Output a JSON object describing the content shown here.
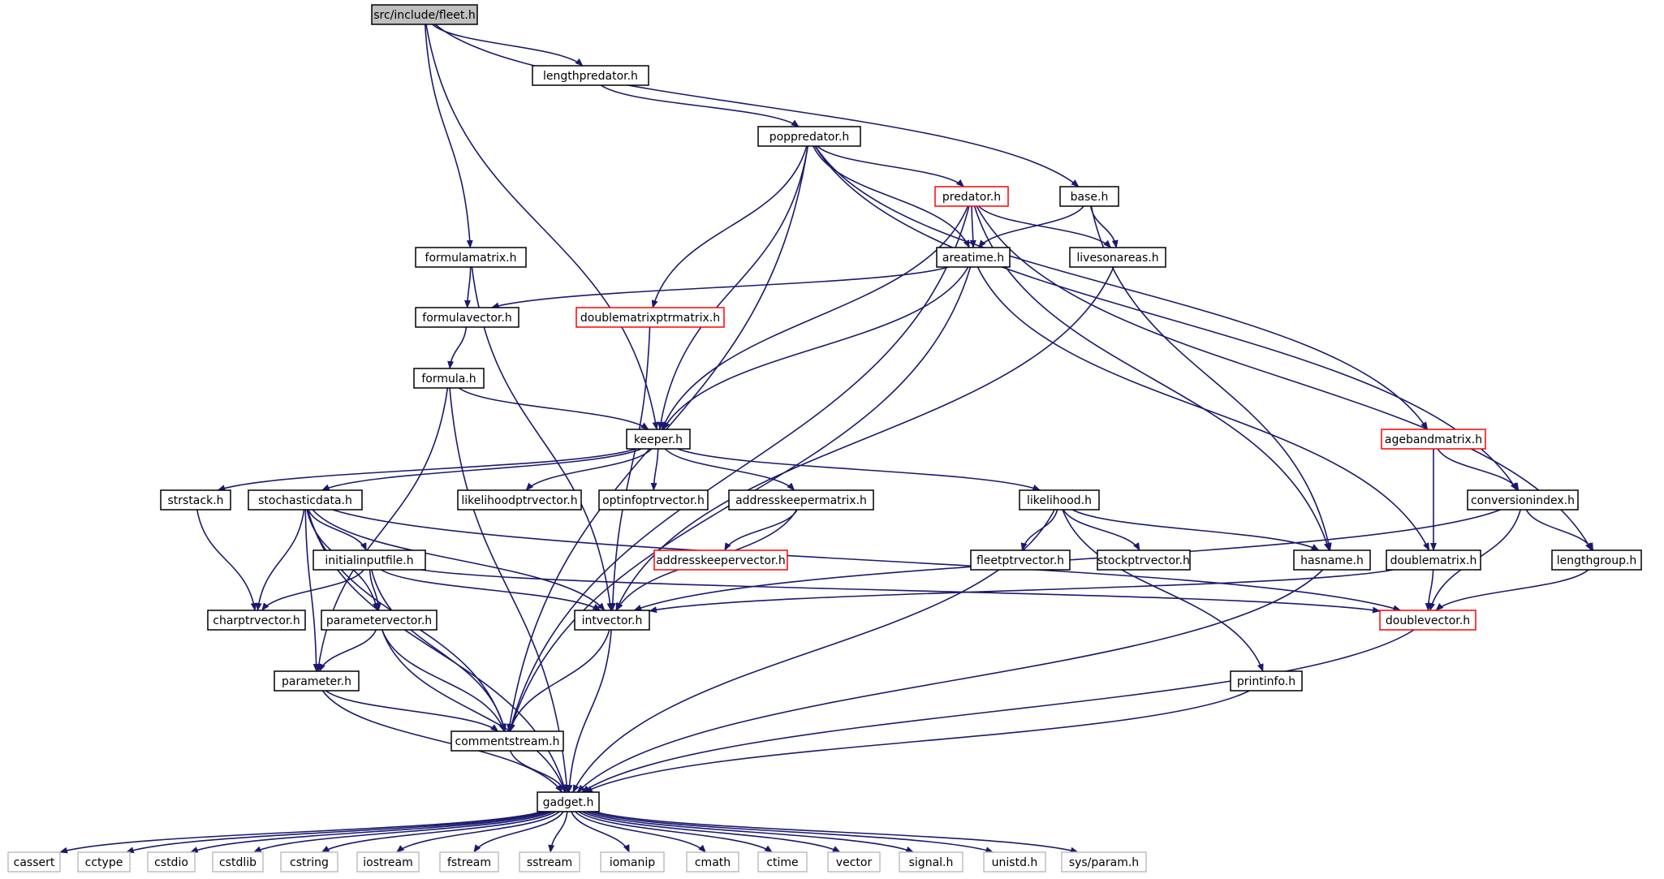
{
  "colors": {
    "edge": "#191970",
    "node_border": "#000000",
    "node_fill": "#ffffff",
    "root_fill": "#bfbfbf",
    "incomplete_border": "#ff0000",
    "system_border": "#bfbfbf"
  },
  "nodes": [
    {
      "id": "fleet",
      "label": "src/include/fleet.h",
      "kind": "root"
    },
    {
      "id": "lengthpredator",
      "label": "lengthpredator.h",
      "kind": "normal"
    },
    {
      "id": "poppredator",
      "label": "poppredator.h",
      "kind": "normal"
    },
    {
      "id": "predator",
      "label": "predator.h",
      "kind": "incomplete"
    },
    {
      "id": "base",
      "label": "base.h",
      "kind": "normal"
    },
    {
      "id": "formulamatrix",
      "label": "formulamatrix.h",
      "kind": "normal"
    },
    {
      "id": "areatime",
      "label": "areatime.h",
      "kind": "normal"
    },
    {
      "id": "livesonareas",
      "label": "livesonareas.h",
      "kind": "normal"
    },
    {
      "id": "formulavector",
      "label": "formulavector.h",
      "kind": "normal"
    },
    {
      "id": "doublematrixptrmatrix",
      "label": "doublematrixptrmatrix.h",
      "kind": "incomplete"
    },
    {
      "id": "formula",
      "label": "formula.h",
      "kind": "normal"
    },
    {
      "id": "keeper",
      "label": "keeper.h",
      "kind": "normal"
    },
    {
      "id": "agebandmatrix",
      "label": "agebandmatrix.h",
      "kind": "incomplete"
    },
    {
      "id": "strstack",
      "label": "strstack.h",
      "kind": "normal"
    },
    {
      "id": "stochasticdata",
      "label": "stochasticdata.h",
      "kind": "normal"
    },
    {
      "id": "likelihoodptrvector",
      "label": "likelihoodptrvector.h",
      "kind": "normal"
    },
    {
      "id": "optinfoptrvector",
      "label": "optinfoptrvector.h",
      "kind": "normal"
    },
    {
      "id": "addresskeepermatrix",
      "label": "addresskeepermatrix.h",
      "kind": "normal"
    },
    {
      "id": "likelihood",
      "label": "likelihood.h",
      "kind": "normal"
    },
    {
      "id": "conversionindex",
      "label": "conversionindex.h",
      "kind": "normal"
    },
    {
      "id": "addresskeepervector",
      "label": "addresskeepervector.h",
      "kind": "incomplete"
    },
    {
      "id": "initialinputfile",
      "label": "initialinputfile.h",
      "kind": "normal"
    },
    {
      "id": "fleetptrvector",
      "label": "fleetptrvector.h",
      "kind": "normal"
    },
    {
      "id": "stockptrvector",
      "label": "stockptrvector.h",
      "kind": "normal"
    },
    {
      "id": "hasname",
      "label": "hasname.h",
      "kind": "normal"
    },
    {
      "id": "doublematrix",
      "label": "doublematrix.h",
      "kind": "normal"
    },
    {
      "id": "lengthgroup",
      "label": "lengthgroup.h",
      "kind": "normal"
    },
    {
      "id": "charptrvector",
      "label": "charptrvector.h",
      "kind": "normal"
    },
    {
      "id": "parametervector",
      "label": "parametervector.h",
      "kind": "normal"
    },
    {
      "id": "intvector",
      "label": "intvector.h",
      "kind": "normal"
    },
    {
      "id": "doublevector",
      "label": "doublevector.h",
      "kind": "incomplete"
    },
    {
      "id": "parameter",
      "label": "parameter.h",
      "kind": "normal"
    },
    {
      "id": "printinfo",
      "label": "printinfo.h",
      "kind": "normal"
    },
    {
      "id": "commentstream",
      "label": "commentstream.h",
      "kind": "normal"
    },
    {
      "id": "gadget",
      "label": "gadget.h",
      "kind": "normal"
    },
    {
      "id": "cassert",
      "label": "cassert",
      "kind": "system"
    },
    {
      "id": "cctype",
      "label": "cctype",
      "kind": "system"
    },
    {
      "id": "cstdio",
      "label": "cstdio",
      "kind": "system"
    },
    {
      "id": "cstdlib",
      "label": "cstdlib",
      "kind": "system"
    },
    {
      "id": "cstring",
      "label": "cstring",
      "kind": "system"
    },
    {
      "id": "iostream",
      "label": "iostream",
      "kind": "system"
    },
    {
      "id": "fstream",
      "label": "fstream",
      "kind": "system"
    },
    {
      "id": "sstream",
      "label": "sstream",
      "kind": "system"
    },
    {
      "id": "iomanip",
      "label": "iomanip",
      "kind": "system"
    },
    {
      "id": "cmath",
      "label": "cmath",
      "kind": "system"
    },
    {
      "id": "ctime",
      "label": "ctime",
      "kind": "system"
    },
    {
      "id": "vector",
      "label": "vector",
      "kind": "system"
    },
    {
      "id": "signal",
      "label": "signal.h",
      "kind": "system"
    },
    {
      "id": "unistd",
      "label": "unistd.h",
      "kind": "system"
    },
    {
      "id": "sysparam",
      "label": "sys/param.h",
      "kind": "system"
    }
  ],
  "edges": [
    [
      "fleet",
      "lengthpredator"
    ],
    [
      "fleet",
      "formulamatrix"
    ],
    [
      "fleet",
      "keeper"
    ],
    [
      "fleet",
      "base"
    ],
    [
      "lengthpredator",
      "poppredator"
    ],
    [
      "poppredator",
      "predator"
    ],
    [
      "poppredator",
      "areatime"
    ],
    [
      "poppredator",
      "doublematrixptrmatrix"
    ],
    [
      "poppredator",
      "keeper"
    ],
    [
      "poppredator",
      "commentstream"
    ],
    [
      "poppredator",
      "agebandmatrix"
    ],
    [
      "poppredator",
      "conversionindex"
    ],
    [
      "predator",
      "areatime"
    ],
    [
      "predator",
      "livesonareas"
    ],
    [
      "predator",
      "keeper"
    ],
    [
      "predator",
      "commentstream"
    ],
    [
      "predator",
      "hasname"
    ],
    [
      "predator",
      "lengthgroup"
    ],
    [
      "base",
      "areatime"
    ],
    [
      "base",
      "livesonareas"
    ],
    [
      "base",
      "hasname"
    ],
    [
      "formulamatrix",
      "formulavector"
    ],
    [
      "formulamatrix",
      "intvector"
    ],
    [
      "areatime",
      "formulavector"
    ],
    [
      "areatime",
      "keeper"
    ],
    [
      "areatime",
      "commentstream"
    ],
    [
      "areatime",
      "doublematrix"
    ],
    [
      "livesonareas",
      "intvector"
    ],
    [
      "formulavector",
      "formula"
    ],
    [
      "doublematrixptrmatrix",
      "intvector"
    ],
    [
      "formula",
      "keeper"
    ],
    [
      "formula",
      "gadget"
    ],
    [
      "formula",
      "parameter"
    ],
    [
      "keeper",
      "strstack"
    ],
    [
      "keeper",
      "stochasticdata"
    ],
    [
      "keeper",
      "likelihoodptrvector"
    ],
    [
      "keeper",
      "optinfoptrvector"
    ],
    [
      "keeper",
      "addresskeepermatrix"
    ],
    [
      "keeper",
      "likelihood"
    ],
    [
      "agebandmatrix",
      "conversionindex"
    ],
    [
      "agebandmatrix",
      "doublematrix"
    ],
    [
      "strstack",
      "charptrvector"
    ],
    [
      "stochasticdata",
      "initialinputfile"
    ],
    [
      "stochasticdata",
      "charptrvector"
    ],
    [
      "stochasticdata",
      "parametervector"
    ],
    [
      "stochasticdata",
      "parameter"
    ],
    [
      "stochasticdata",
      "intvector"
    ],
    [
      "stochasticdata",
      "commentstream"
    ],
    [
      "stochasticdata",
      "gadget"
    ],
    [
      "stochasticdata",
      "doublevector"
    ],
    [
      "addresskeepermatrix",
      "addresskeepervector"
    ],
    [
      "addresskeepermatrix",
      "intvector"
    ],
    [
      "likelihood",
      "fleetptrvector"
    ],
    [
      "likelihood",
      "stockptrvector"
    ],
    [
      "likelihood",
      "hasname"
    ],
    [
      "likelihood",
      "printinfo"
    ],
    [
      "likelihood",
      "gadget"
    ],
    [
      "conversionindex",
      "lengthgroup"
    ],
    [
      "conversionindex",
      "intvector"
    ],
    [
      "conversionindex",
      "doublevector"
    ],
    [
      "initialinputfile",
      "charptrvector"
    ],
    [
      "initialinputfile",
      "parametervector"
    ],
    [
      "initialinputfile",
      "intvector"
    ],
    [
      "initialinputfile",
      "commentstream"
    ],
    [
      "initialinputfile",
      "doublevector"
    ],
    [
      "hasname",
      "gadget"
    ],
    [
      "doublematrix",
      "doublevector"
    ],
    [
      "doublematrix",
      "intvector"
    ],
    [
      "lengthgroup",
      "doublevector"
    ],
    [
      "parametervector",
      "parameter"
    ],
    [
      "parametervector",
      "commentstream"
    ],
    [
      "parametervector",
      "gadget"
    ],
    [
      "intvector",
      "commentstream"
    ],
    [
      "intvector",
      "gadget"
    ],
    [
      "doublevector",
      "gadget"
    ],
    [
      "parameter",
      "commentstream"
    ],
    [
      "parameter",
      "gadget"
    ],
    [
      "printinfo",
      "gadget"
    ],
    [
      "commentstream",
      "gadget"
    ],
    [
      "gadget",
      "cassert"
    ],
    [
      "gadget",
      "cctype"
    ],
    [
      "gadget",
      "cstdio"
    ],
    [
      "gadget",
      "cstdlib"
    ],
    [
      "gadget",
      "cstring"
    ],
    [
      "gadget",
      "iostream"
    ],
    [
      "gadget",
      "fstream"
    ],
    [
      "gadget",
      "sstream"
    ],
    [
      "gadget",
      "iomanip"
    ],
    [
      "gadget",
      "cmath"
    ],
    [
      "gadget",
      "ctime"
    ],
    [
      "gadget",
      "vector"
    ],
    [
      "gadget",
      "signal"
    ],
    [
      "gadget",
      "unistd"
    ],
    [
      "gadget",
      "sysparam"
    ]
  ]
}
